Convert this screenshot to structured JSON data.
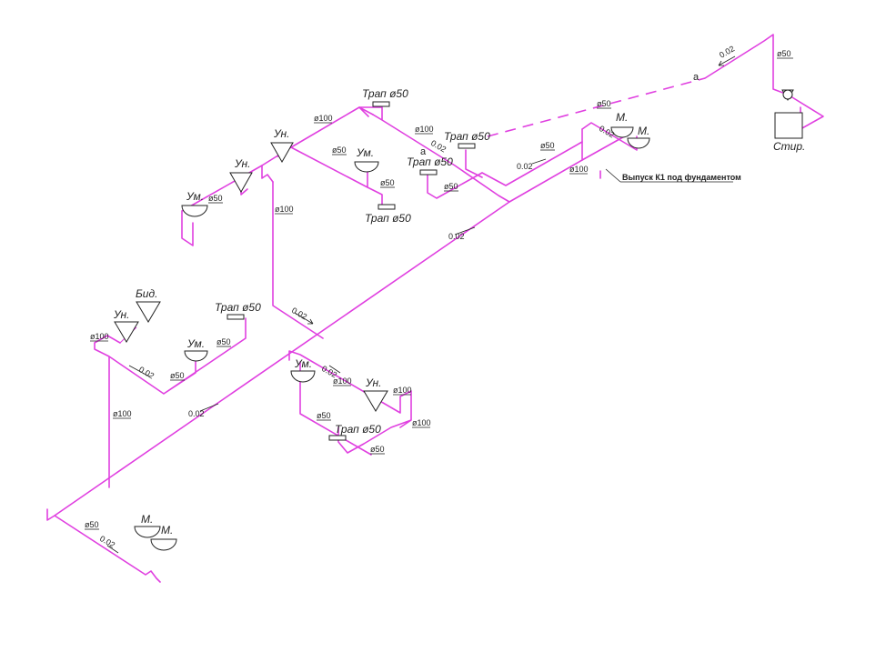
{
  "labels": {
    "trap": "Трап ø50",
    "un": "Ун.",
    "um": "Ум.",
    "m": "М.",
    "bid": "Бид.",
    "stir": "Стир.",
    "a": "а"
  },
  "diameters": {
    "d50": "ø50",
    "d100": "ø100"
  },
  "slope": "0.02",
  "outlet_note": "Выпуск К1 под фундаментом",
  "colors": {
    "pipe": "#e040e0",
    "fixture": "#222222",
    "background": "#ffffff"
  }
}
